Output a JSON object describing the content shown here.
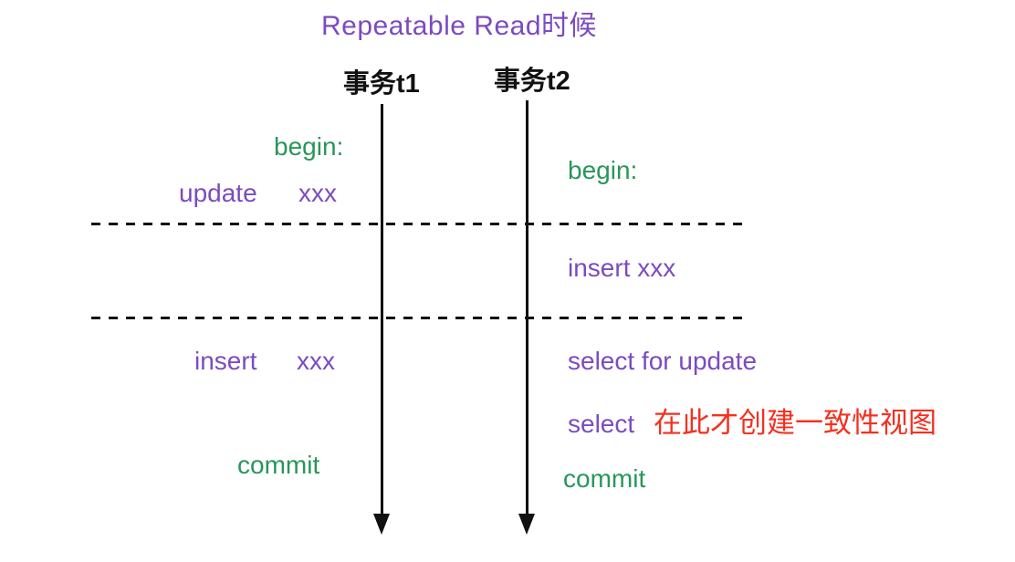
{
  "title": "Repeatable Read时候",
  "colors": {
    "purple": "#7b4bc0",
    "green": "#28965a",
    "red": "#f5301f",
    "black": "#111111"
  },
  "transactions": {
    "t1": {
      "header": "事务t1",
      "begin": "begin:",
      "update": "update",
      "update_arg": "xxx",
      "insert": "insert",
      "insert_arg": "xxx",
      "commit": "commit"
    },
    "t2": {
      "header": "事务t2",
      "begin": "begin:",
      "insert": "insert xxx",
      "select_for_update": "select for update",
      "select": "select",
      "select_note": "在此才创建一致性视图",
      "commit": "commit"
    }
  }
}
